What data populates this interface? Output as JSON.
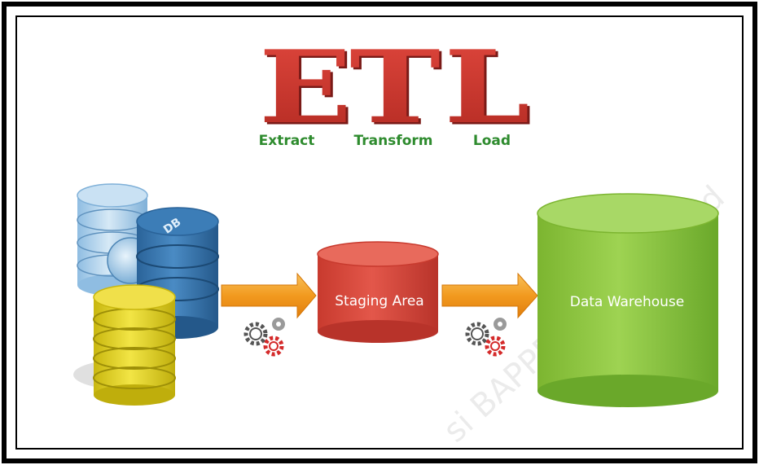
{
  "title": {
    "letters": [
      "E",
      "T",
      "L"
    ],
    "color": "#c9302c",
    "shadow_color": "#7a1a17"
  },
  "steps": [
    {
      "label": "Extract"
    },
    {
      "label": "Transform"
    },
    {
      "label": "Load"
    }
  ],
  "step_color": "#2e8b2e",
  "sources": {
    "db_label": "DB",
    "colors": {
      "blue": "#2f6fa7",
      "light_blue": "#a9cde8",
      "yellow": "#e4d21a"
    }
  },
  "staging": {
    "label": "Staging Area",
    "color": "#d94a3c"
  },
  "warehouse": {
    "label": "Data Warehouse",
    "color": "#8cc63f"
  },
  "arrow_color": "#f39c24",
  "watermark": "si BAPPEDA Kab. Band"
}
